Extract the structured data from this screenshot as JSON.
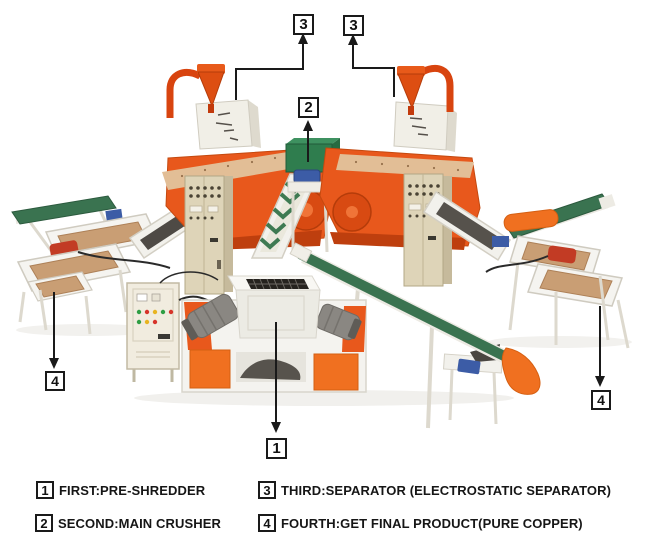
{
  "figure": {
    "type": "annotated machinery process diagram",
    "subject": "copper wire recycling line"
  },
  "callouts": [
    {
      "id": "separator-left",
      "label": "3"
    },
    {
      "id": "separator-right",
      "label": "3"
    },
    {
      "id": "main-crusher",
      "label": "2"
    },
    {
      "id": "pre-shredder",
      "label": "1"
    },
    {
      "id": "final-product-left",
      "label": "4"
    },
    {
      "id": "final-product-right",
      "label": "4"
    }
  ],
  "legend": [
    {
      "num": "1",
      "text": "FIRST:PRE-SHREDDER"
    },
    {
      "num": "2",
      "text": "SECOND:MAIN CRUSHER"
    },
    {
      "num": "3",
      "text": "THIRD:SEPARATOR (ELECTROSTATIC SEPARATOR)"
    },
    {
      "num": "4",
      "text": "FOURTH:GET FINAL PRODUCT(PURE COPPER)"
    }
  ],
  "colors": {
    "background": "#ffffff",
    "machine_orange": "#e8581c",
    "cyclone_red": "#d8440f",
    "belt_green": "#3a7350",
    "hopper_green": "#2f7d4e",
    "cabinet_beige": "#ded4b8",
    "screen_copper": "#c99e74",
    "motor_gray": "#8a8782",
    "motor_red": "#c23b24",
    "accent_blue": "#3c5ca6",
    "annotation_black": "#1a1a1a"
  }
}
